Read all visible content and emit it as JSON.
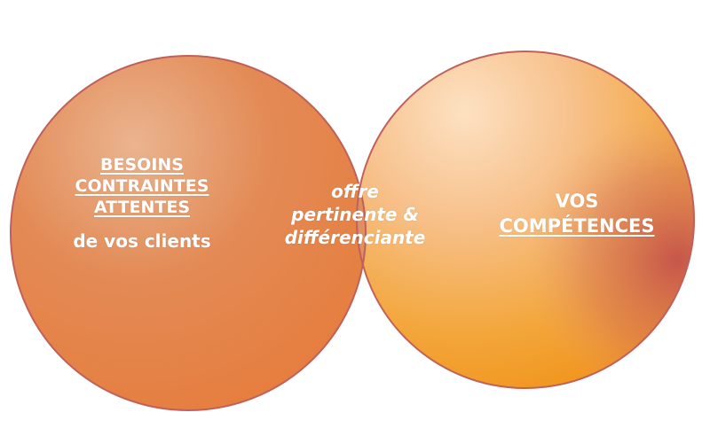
{
  "left_circle": {
    "lines": [
      "BESOINS",
      "CONTRAINTES",
      "ATTENTES"
    ],
    "subtitle": "de vos clients"
  },
  "overlap": {
    "lines": [
      "offre",
      "pertinente &",
      "différenciante"
    ]
  },
  "right_circle": {
    "lines": [
      "VOS",
      "COMPÉTENCES"
    ]
  },
  "colors": {
    "left_base": "#e4824a",
    "left_light": "#ebb08a",
    "right_light": "#fcd6b2",
    "right_orange": "#f29a1a",
    "right_red": "#c75a4e",
    "outline": "#c0605a",
    "text": "#ffffff"
  }
}
